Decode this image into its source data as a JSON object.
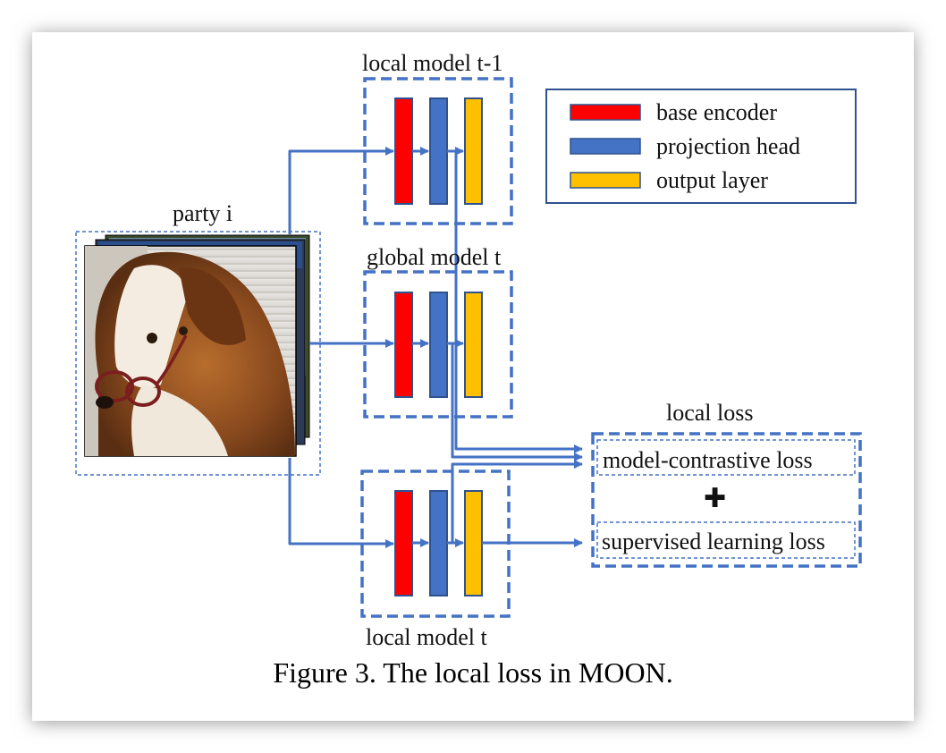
{
  "labels": {
    "party": "party i",
    "local_prev": "local model t-1",
    "global": "global model t",
    "local_curr": "local model t",
    "local_loss": "local loss",
    "contrastive": "model-contrastive loss",
    "supervised": "supervised learning loss",
    "plus": "✚"
  },
  "legend": {
    "items": [
      {
        "label": "base encoder",
        "color": "#ff0000"
      },
      {
        "label": "projection head",
        "color": "#4472c4"
      },
      {
        "label": "output layer",
        "color": "#ffc000"
      }
    ]
  },
  "colors": {
    "accent": "#4472c4",
    "encoder": "#ff0000",
    "projection": "#4472c4",
    "output": "#ffc000"
  },
  "caption": "Figure 3. The local loss in MOON."
}
